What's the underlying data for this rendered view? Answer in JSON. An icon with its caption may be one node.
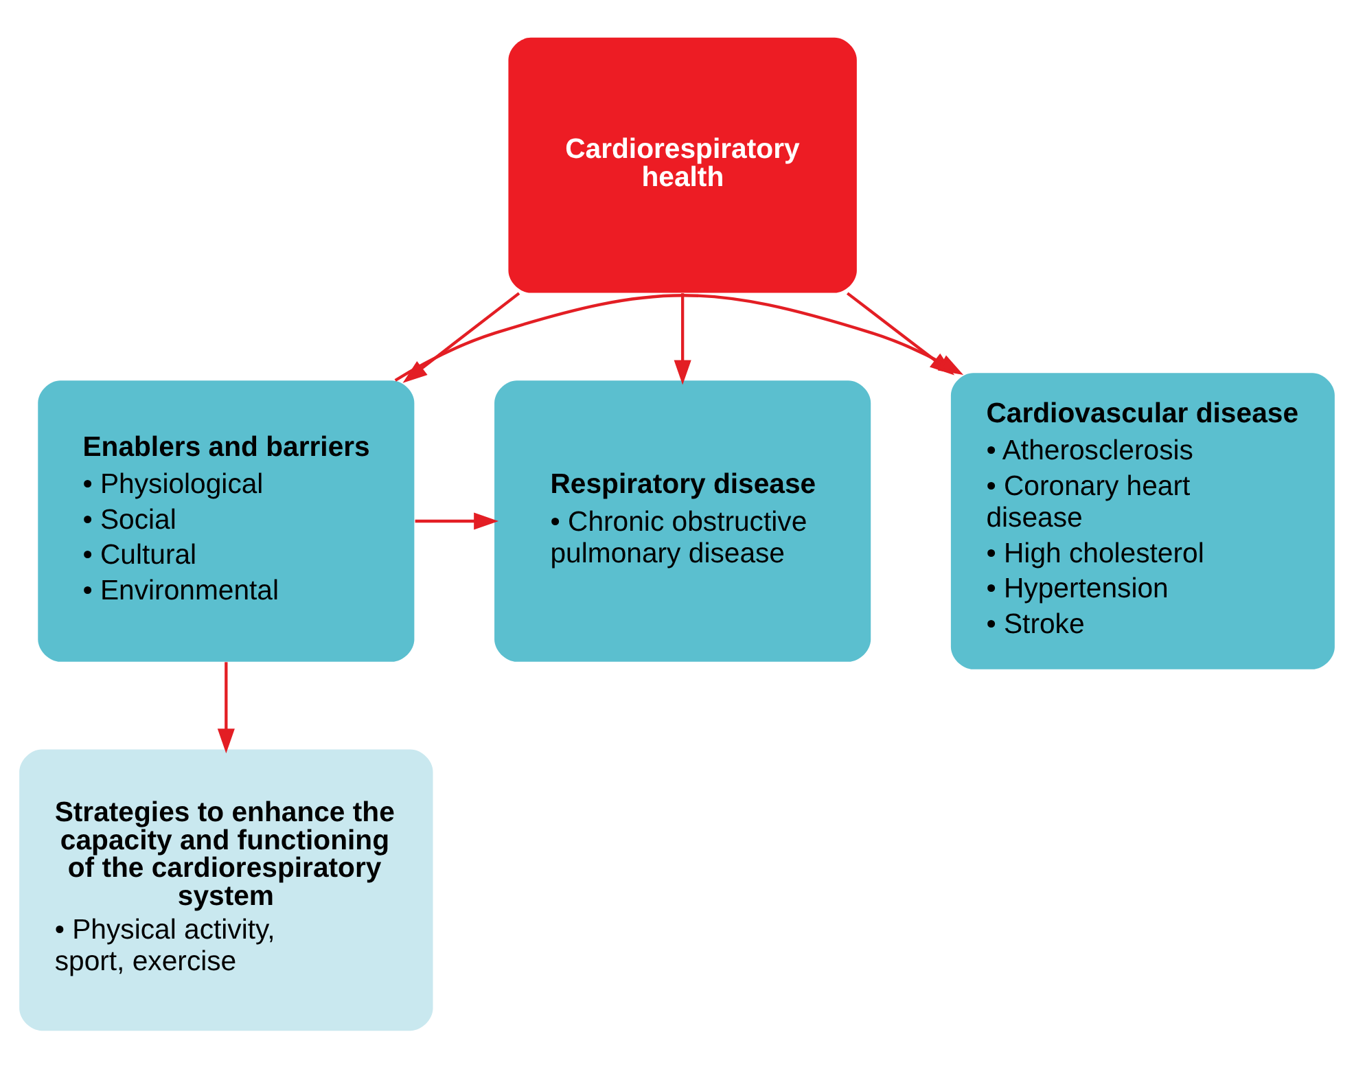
{
  "diagram": {
    "nodes": [
      {
        "text": [
          "Cardiorespiratory health"
        ]
      },
      {
        "text": [
          "Cardiovascular disease",
          "• Atherosclerosis",
          "• Coronary heart disease",
          "• High cholesterol",
          "• Hypertension",
          "• Stroke"
        ]
      },
      {
        "text": [
          "Enablers and barriers",
          "• Physiological",
          "• Social",
          "• Cultural",
          "• Environmental"
        ]
      },
      {
        "text": [
          "Respiratory disease",
          "• Chronic obstructive pulmonary disease"
        ]
      },
      {
        "text": [
          "Strategies to enhance the capacity and functioning of the cardiorespiratory system",
          "• Physical activity, sport, exercise"
        ]
      }
    ],
    "edges": [
      {
        "from": 0,
        "to": 1,
        "arrow": "to"
      },
      {
        "from": 0,
        "to": 2,
        "arrow": "to"
      },
      {
        "from": 0,
        "to": 3,
        "arrow": "to"
      },
      {
        "from": 2,
        "to": 1,
        "arrow": "to"
      },
      {
        "from": 2,
        "to": 3,
        "arrow": "to"
      },
      {
        "from": 2,
        "to": 4,
        "arrow": "to"
      }
    ]
  }
}
